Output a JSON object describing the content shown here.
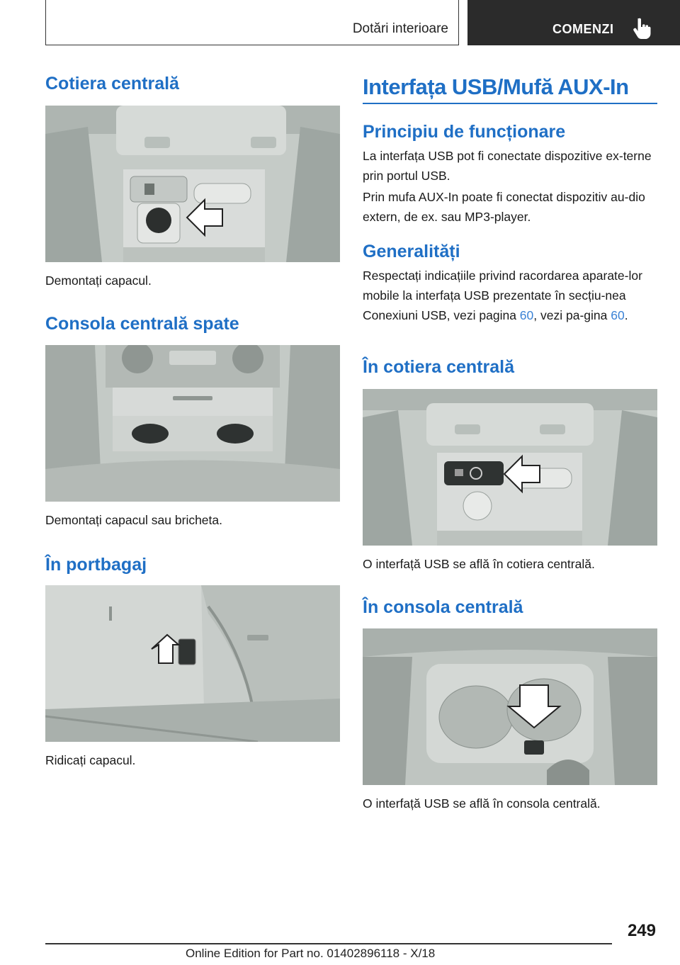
{
  "header": {
    "section_tab": "Dotări interioare",
    "chapter_tab": "COMENZI"
  },
  "left": {
    "s1_title": "Cotiera centrală",
    "s1_caption": "Demontați capacul.",
    "s2_title": "Consola centrală spate",
    "s2_caption": "Demontați capacul sau bricheta.",
    "s3_title": "În portbagaj",
    "s3_caption": "Ridicați capacul."
  },
  "right": {
    "main_title": "Interfața USB/Mufă AUX-In",
    "principle_title": "Principiu de funcționare",
    "principle_p1": "La interfața USB pot fi conectate dispozitive ex-terne prin portul USB.",
    "principle_p2": "Prin mufa AUX-In poate fi conectat dispozitiv au-dio extern, de ex. sau MP3-player.",
    "general_title": "Generalități",
    "general_p_before": "Respectați indicațiile privind racordarea aparate-lor mobile la interfața USB prezentate în secțiu-nea Conexiuni USB, vezi pagina ",
    "general_link1": "60",
    "general_p_mid": ", vezi pa-gina ",
    "general_link2": "60",
    "general_p_end": ".",
    "s_armrest_title": "În cotiera centrală",
    "s_armrest_caption": "O interfață USB se află în cotiera centrală.",
    "s_console_title": "În consola centrală",
    "s_console_caption": "O interfață USB se află în consola centrală."
  },
  "footer": {
    "page_number": "249",
    "edition": "Online Edition for Part no. 01402896118 - X/18"
  },
  "icons": {
    "tab_icon": "pointing-hand-icon",
    "arrow": "arrow-icon"
  },
  "colors": {
    "heading_blue": "#1f6fc5",
    "link_blue": "#3a82d6",
    "dark_tab": "#2b2b2b"
  }
}
